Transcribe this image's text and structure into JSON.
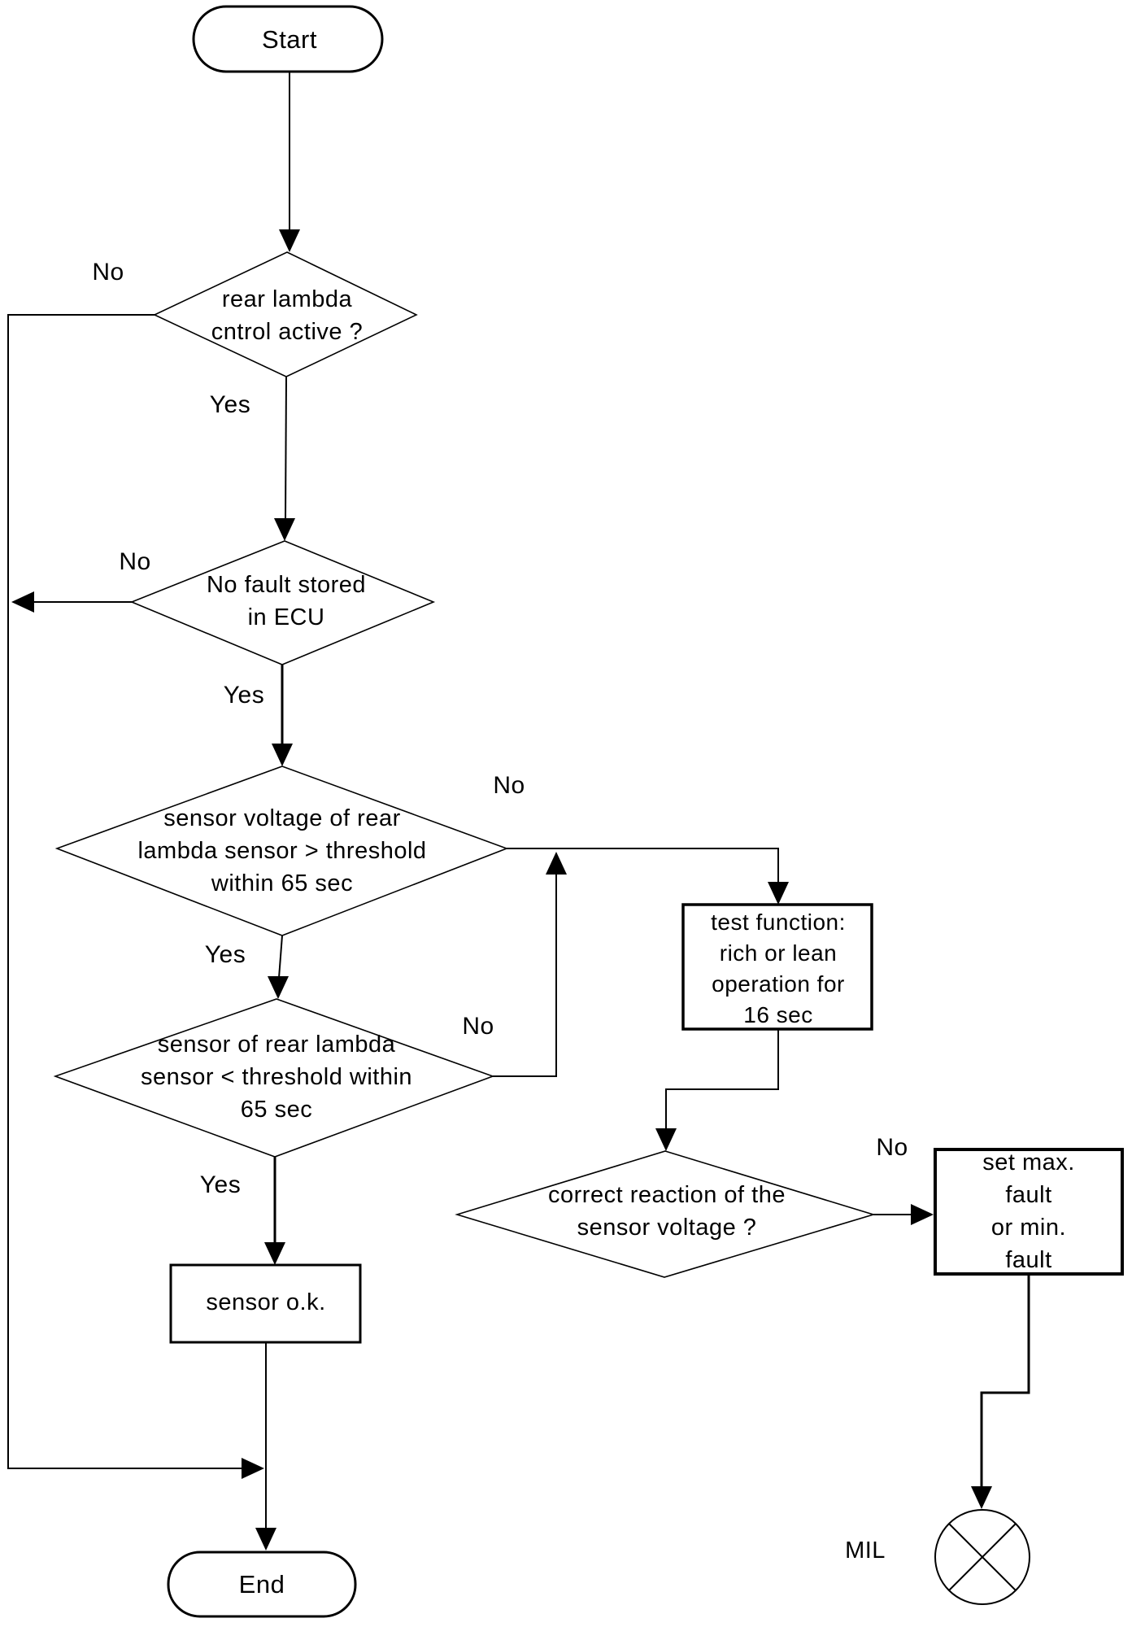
{
  "flowchart": {
    "colors": {
      "ink": "#000000",
      "background": "#ffffff"
    },
    "nodes": {
      "start": {
        "label": "Start"
      },
      "decision_rear_lambda": {
        "label": "rear lambda\ncntrol active ?",
        "no": "No",
        "yes": "Yes"
      },
      "decision_no_fault": {
        "label": "No fault stored\nin ECU",
        "no": "No",
        "yes": "Yes"
      },
      "decision_voltage_above": {
        "label": "sensor voltage of rear\nlambda sensor > threshold\nwithin 65 sec",
        "no": "No",
        "yes": "Yes"
      },
      "decision_voltage_below": {
        "label": "sensor of rear lambda\nsensor < threshold within\n65 sec",
        "no": "No",
        "yes": "Yes"
      },
      "process_test_function": {
        "label": "test function:\nrich or lean\noperation for\n16 sec"
      },
      "decision_correct_reaction": {
        "label": "correct reaction  of the\nsensor voltage ?",
        "no": "No"
      },
      "process_sensor_ok": {
        "label": "sensor o.k."
      },
      "process_set_fault": {
        "label": "set max. fault\nor min. fault"
      },
      "end": {
        "label": "End"
      },
      "mil": {
        "label": "MIL"
      }
    }
  }
}
